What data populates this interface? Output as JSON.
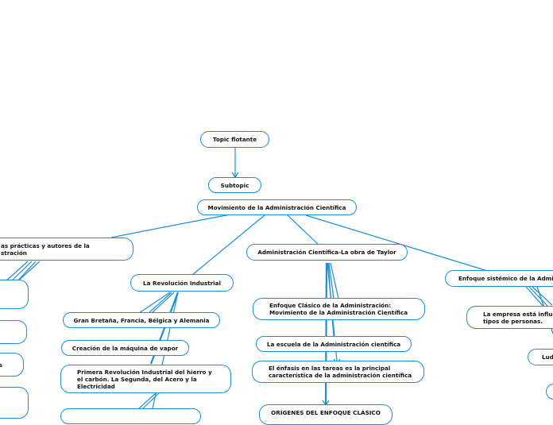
{
  "nodes": {
    "topic_flotante": "Topic flotante",
    "subtopic": "Subtopic",
    "central": "Movimiento de la Administración Científica",
    "practicas": "as prácticas y autores de la stración",
    "revolucion": "La Revolución Industrial",
    "taylor": "Administración Científica-La obra de Taylor",
    "sistemico": "Enfoque sistémico de la Admin",
    "gran_bretana": "Gran Bretaña, Francia, Bélgica y Alemania",
    "maquina_vapor": "Creación de la máquina de vapor",
    "primera_revolucion": "Primera Revolución Industrial del hierro y el carbón. La Segunda, del Acero y la Electricidad",
    "enfoque_clasico": "Enfoque Clásico de la Administración: Movimiento de la Administración Científica",
    "escuela": "La escuela de la Administración científica",
    "enfasis": "El énfasis en las tareas es la principal característica de la administración científica",
    "origenes": "ORÍGENES DEL ENFOQUE CLÁSICO",
    "empresa": "La empresa está influe tipos de personas.",
    "ludv": "Ludv",
    "left_s": "s"
  },
  "colors": {
    "accent": "#1a8fd1",
    "text": "#111111",
    "background": "#ffffff"
  }
}
